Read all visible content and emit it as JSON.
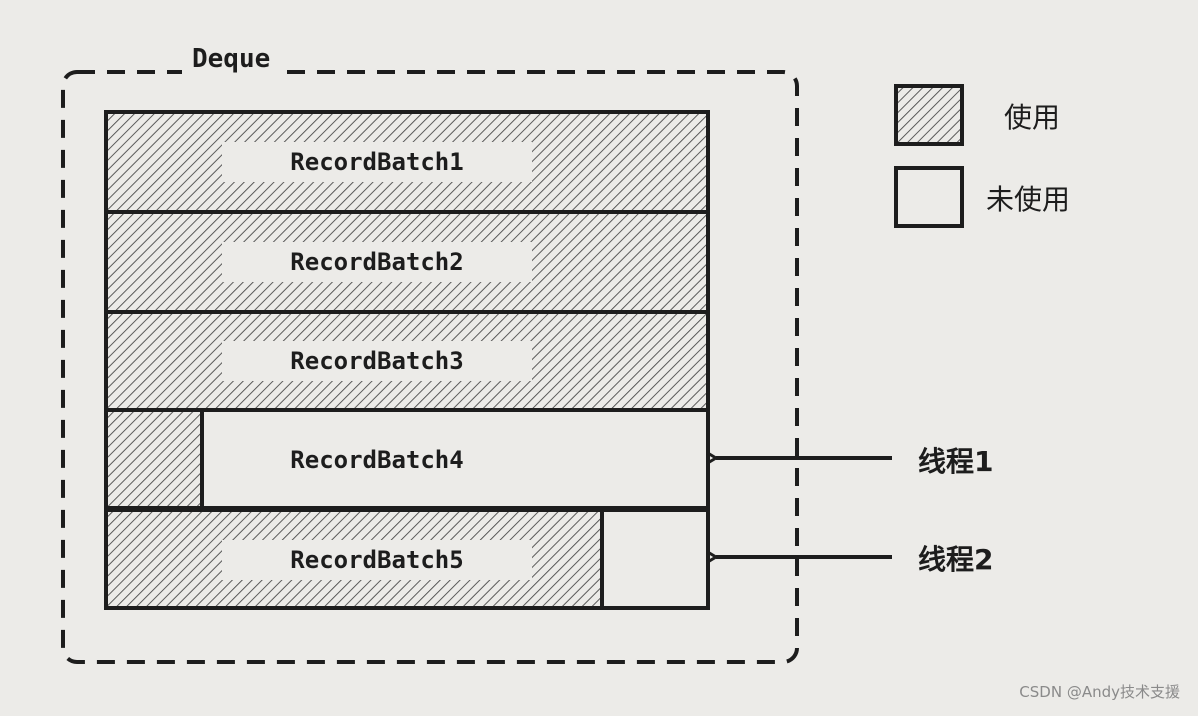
{
  "diagram": {
    "container_label": "Deque",
    "batches": [
      {
        "label": "RecordBatch1",
        "used_fraction": 1.0
      },
      {
        "label": "RecordBatch2",
        "used_fraction": 1.0
      },
      {
        "label": "RecordBatch3",
        "used_fraction": 1.0
      },
      {
        "label": "RecordBatch4",
        "used_fraction": 0.16
      },
      {
        "label": "RecordBatch5",
        "used_fraction": 0.82
      }
    ],
    "threads": [
      {
        "label": "线程1",
        "target": "RecordBatch4"
      },
      {
        "label": "线程2",
        "target": "RecordBatch5"
      }
    ],
    "legend": {
      "used": "使用",
      "unused": "未使用"
    },
    "watermark": "CSDN @Andy技术支援",
    "colors": {
      "background": "#ecebe8",
      "ink": "#1d1d1d",
      "hatch": "#4a4a4a"
    }
  }
}
